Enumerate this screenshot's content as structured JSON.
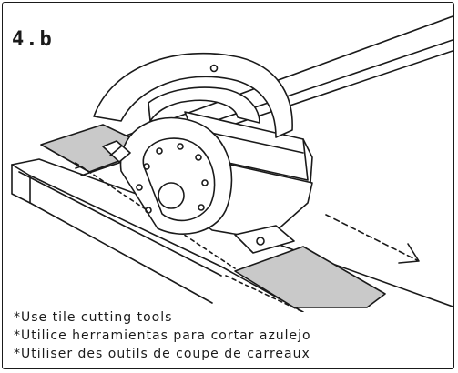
{
  "step_label": "4.b",
  "captions": [
    "*Use tile cutting tools",
    "*Utilice herramientas para cortar azulejo",
    "*Utiliser des outils de coupe de carreaux"
  ],
  "colors": {
    "ink": "#1a1a1a",
    "tile_gray": "#c9c9c9",
    "background": "#ffffff"
  }
}
